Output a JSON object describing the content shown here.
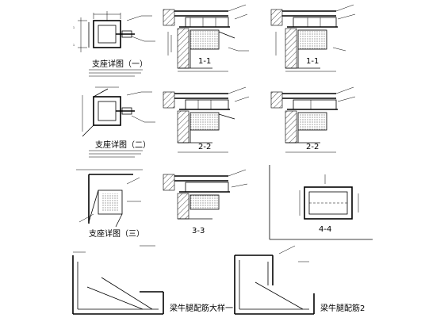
{
  "titles": {
    "detail1": "支座详图（一）",
    "detail2": "支座详图（二）",
    "detail3": "支座详图（三）",
    "section_a1": "1-1",
    "section_a2": "1-1",
    "section_b1": "2-2",
    "section_b2": "2-2",
    "section_c": "3-3",
    "section_d": "4-4",
    "corbel1": "梁牛腿配筋大样一",
    "corbel2": "梁牛腿配筋2"
  },
  "colors": {
    "ink": "#000000",
    "paper": "#ffffff"
  }
}
